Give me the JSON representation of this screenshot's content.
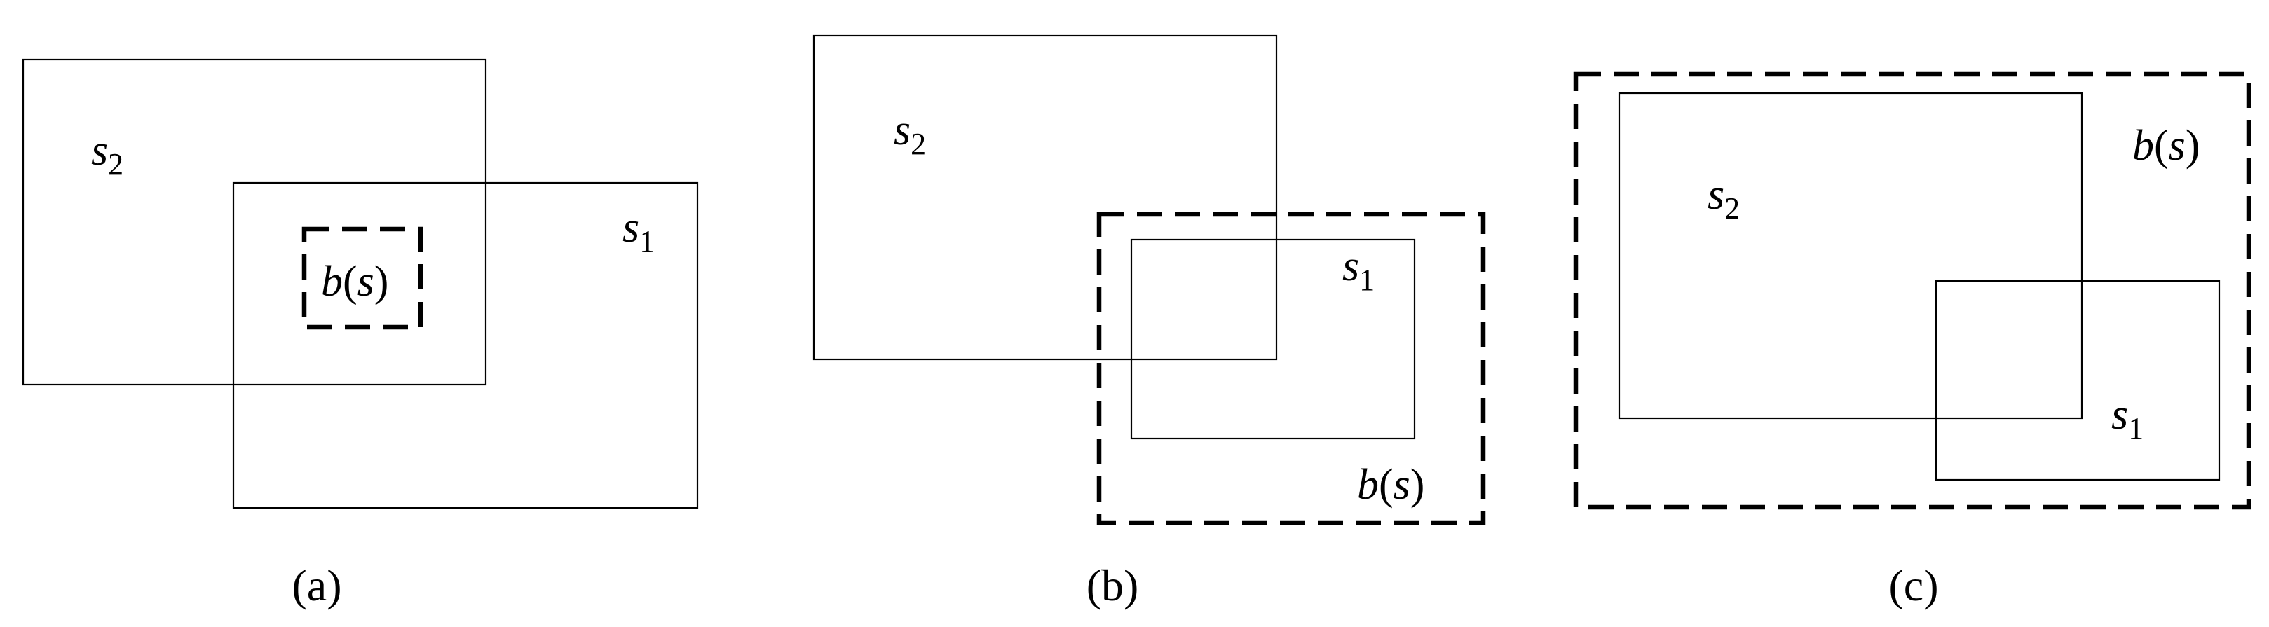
{
  "panels": [
    {
      "caption": "(a)",
      "s2": {
        "base": "s",
        "sub": "2"
      },
      "s1": {
        "base": "s",
        "sub": "1"
      },
      "bs": {
        "fn": "b",
        "open": "(",
        "arg": "s",
        "close": ")"
      }
    },
    {
      "caption": "(b)",
      "s2": {
        "base": "s",
        "sub": "2"
      },
      "s1": {
        "base": "s",
        "sub": "1"
      },
      "bs": {
        "fn": "b",
        "open": "(",
        "arg": "s",
        "close": ")"
      }
    },
    {
      "caption": "(c)",
      "s2": {
        "base": "s",
        "sub": "2"
      },
      "s1": {
        "base": "s",
        "sub": "1"
      },
      "bs": {
        "fn": "b",
        "open": "(",
        "arg": "s",
        "close": ")"
      }
    }
  ]
}
